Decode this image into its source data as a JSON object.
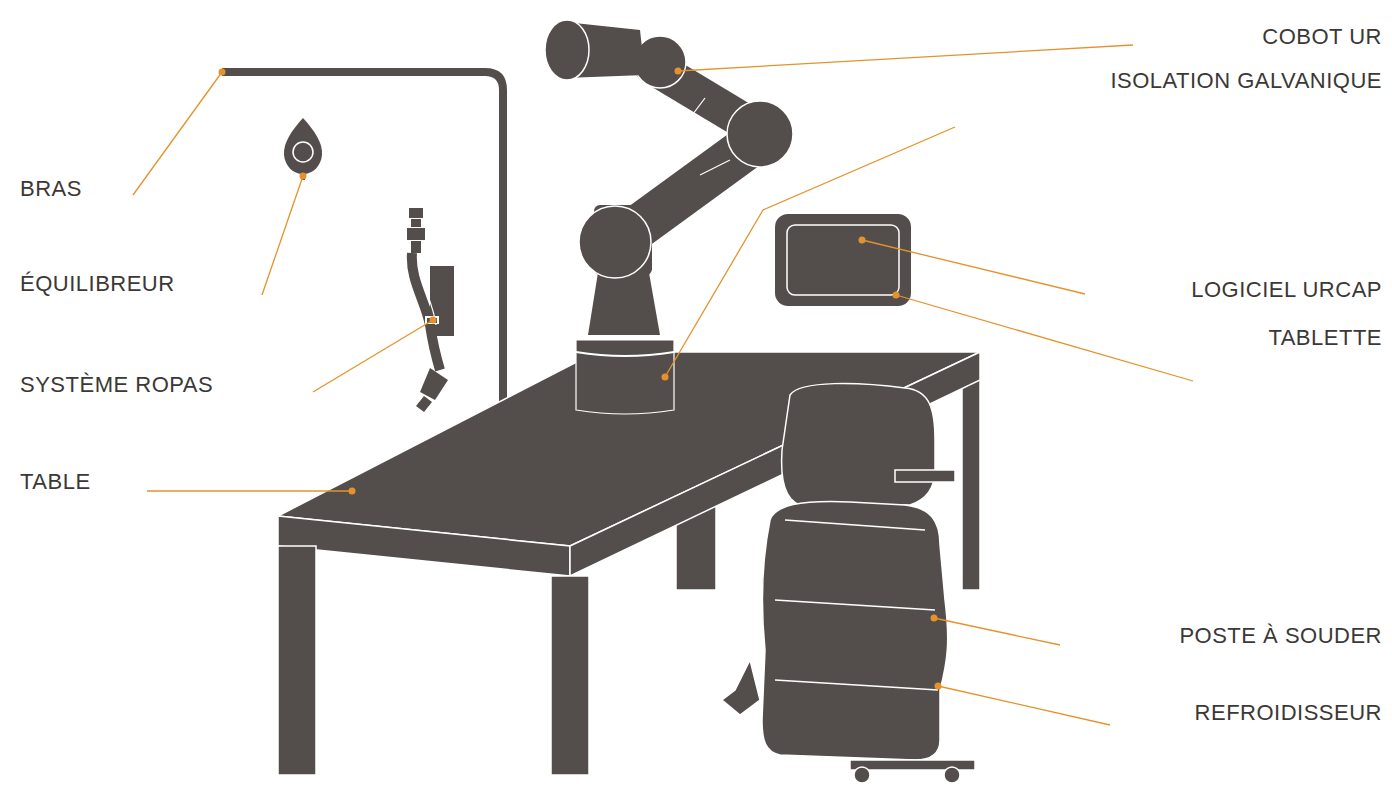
{
  "diagram": {
    "labels": [
      "COBOT UR",
      "ISOLATION GALVANIQUE",
      "BRAS",
      "ÉQUILIBREUR",
      "LOGICIEL URCAP",
      "SYSTÈME ROPAS",
      "TABLETTE",
      "TABLE",
      "POSTE À SOUDER",
      "REFROIDISSEUR"
    ]
  }
}
